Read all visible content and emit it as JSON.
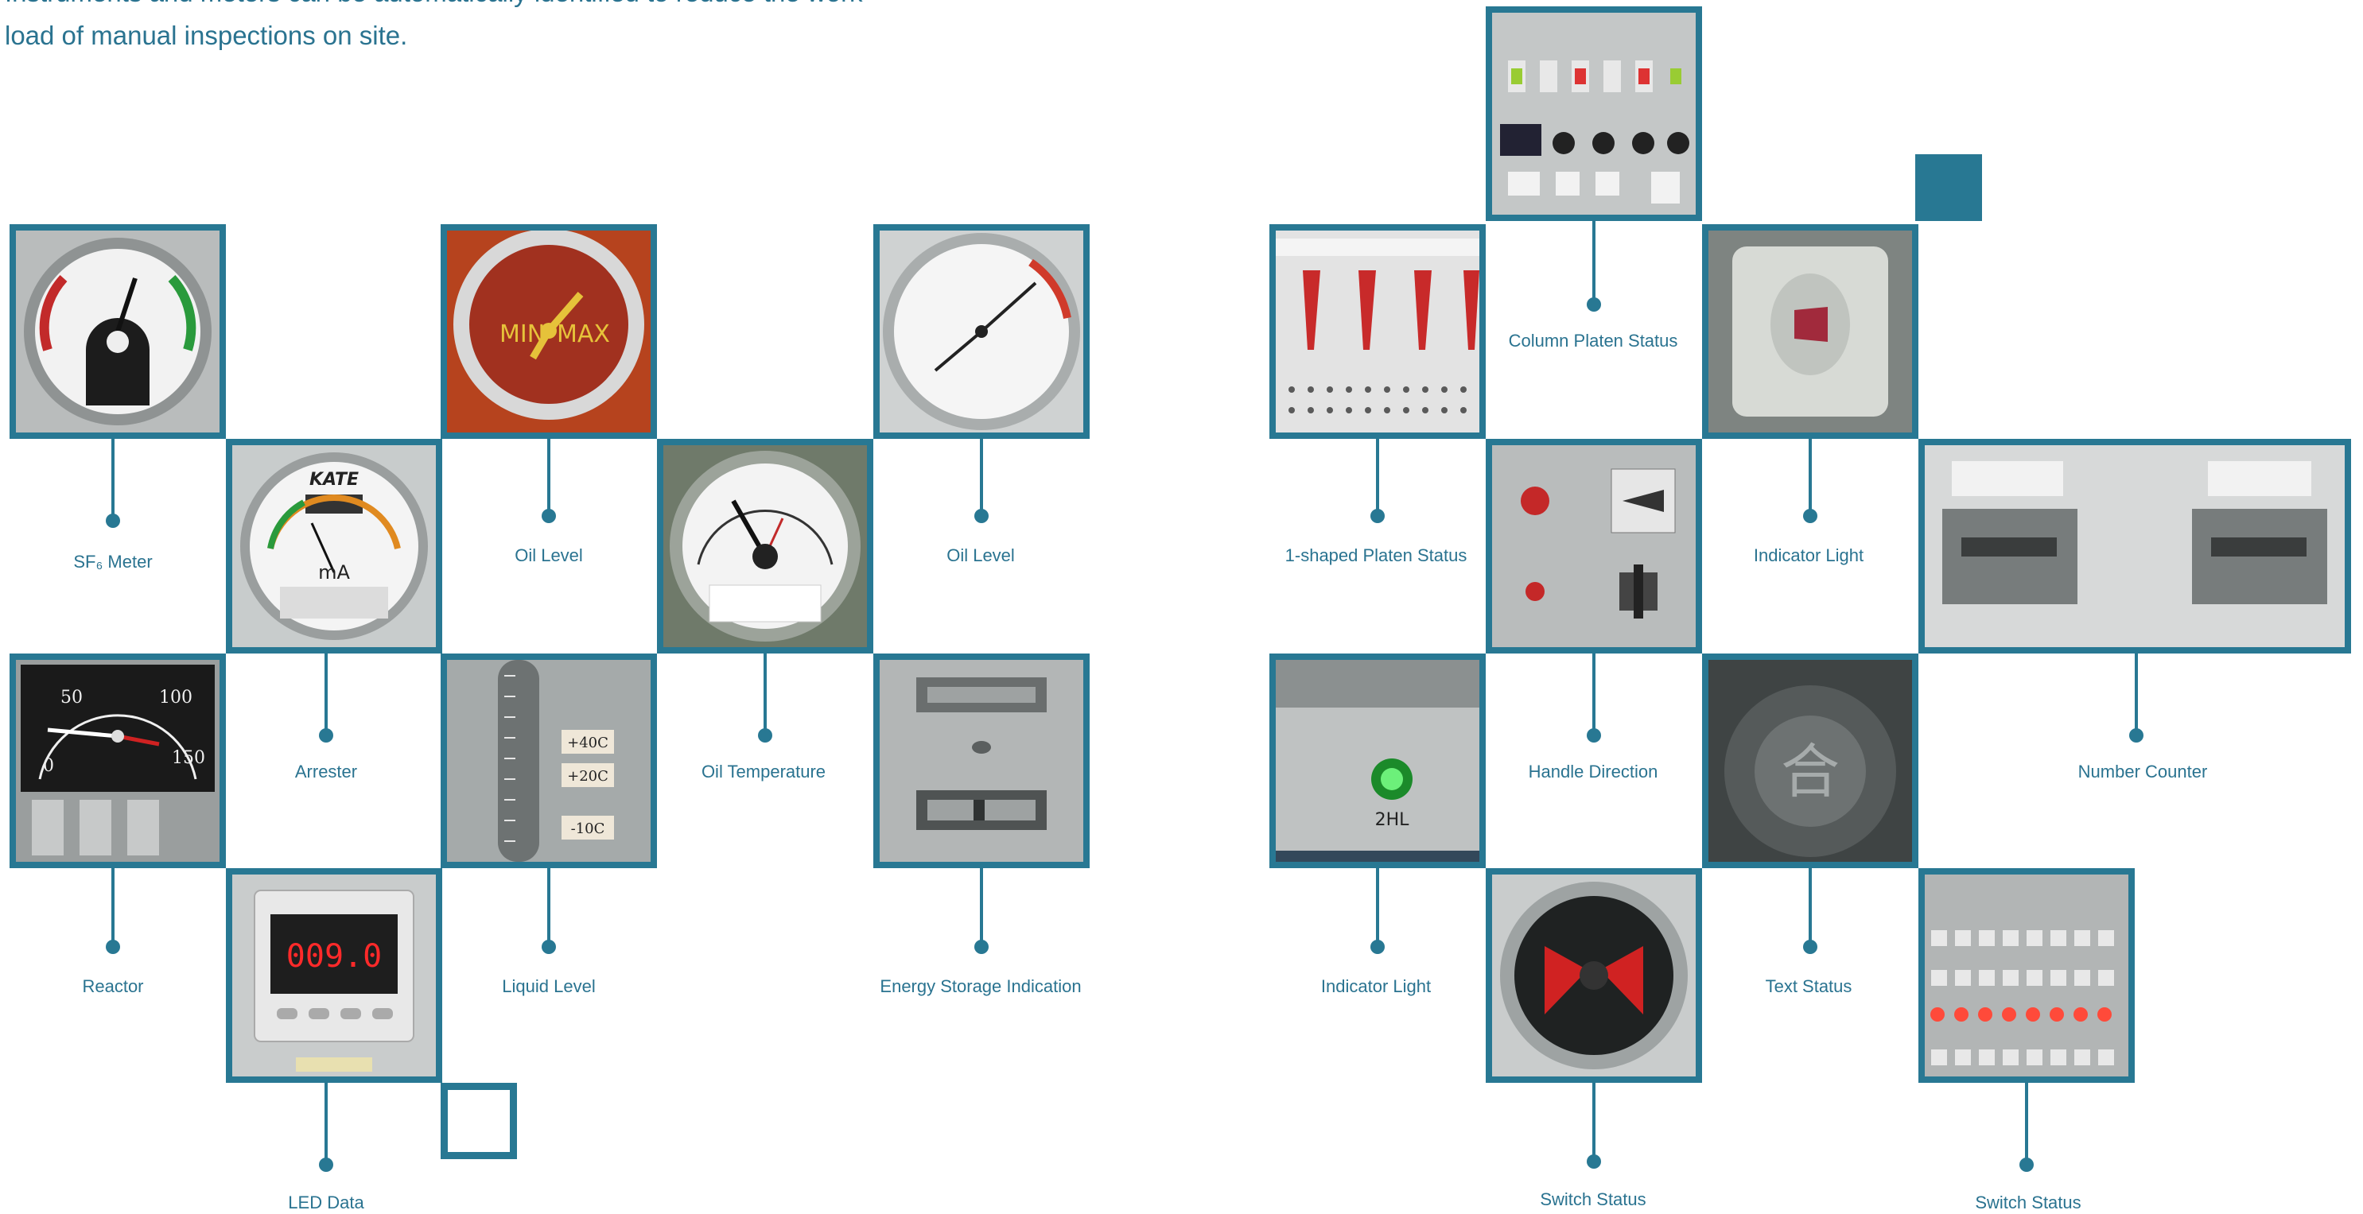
{
  "intro": {
    "line1": "Instruments and meters can be automatically identified to reduce the work-",
    "line2": "load of manual inspections on site."
  },
  "colors": {
    "accent": "#287893",
    "text": "#2a7390"
  },
  "left_panel": {
    "sf6_meter": "SF₆ Meter",
    "arrester": "Arrester",
    "oil_level_1": "Oil Level",
    "oil_temperature": "Oil Temperature",
    "oil_level_2": "Oil Level",
    "reactor": "Reactor",
    "led_data": "LED Data",
    "liquid_level": "Liquid Level",
    "energy_storage": "Energy Storage Indication"
  },
  "right_panel": {
    "column_platen": "Column Platen Status",
    "one_shaped_platen": "1-shaped Platen Status",
    "indicator_light_1": "Indicator Light",
    "handle_direction": "Handle Direction",
    "number_counter": "Number Counter",
    "indicator_light_2": "Indicator Light",
    "text_status": "Text Status",
    "switch_status_1": "Switch Status",
    "switch_status_2": "Switch Status"
  },
  "photo_text": {
    "meter_brand": "KATE",
    "meter_unit": "mA",
    "min": "MIN",
    "max": "MAX",
    "led_reading": "009.0",
    "indicator_code": "2HL",
    "text_char": "合",
    "temp_plus40": "+40C",
    "temp_plus20": "+20C",
    "temp_minus10": "-10C",
    "dial_50": "50",
    "dial_100": "100",
    "dial_150": "150",
    "dial_0": "0"
  }
}
